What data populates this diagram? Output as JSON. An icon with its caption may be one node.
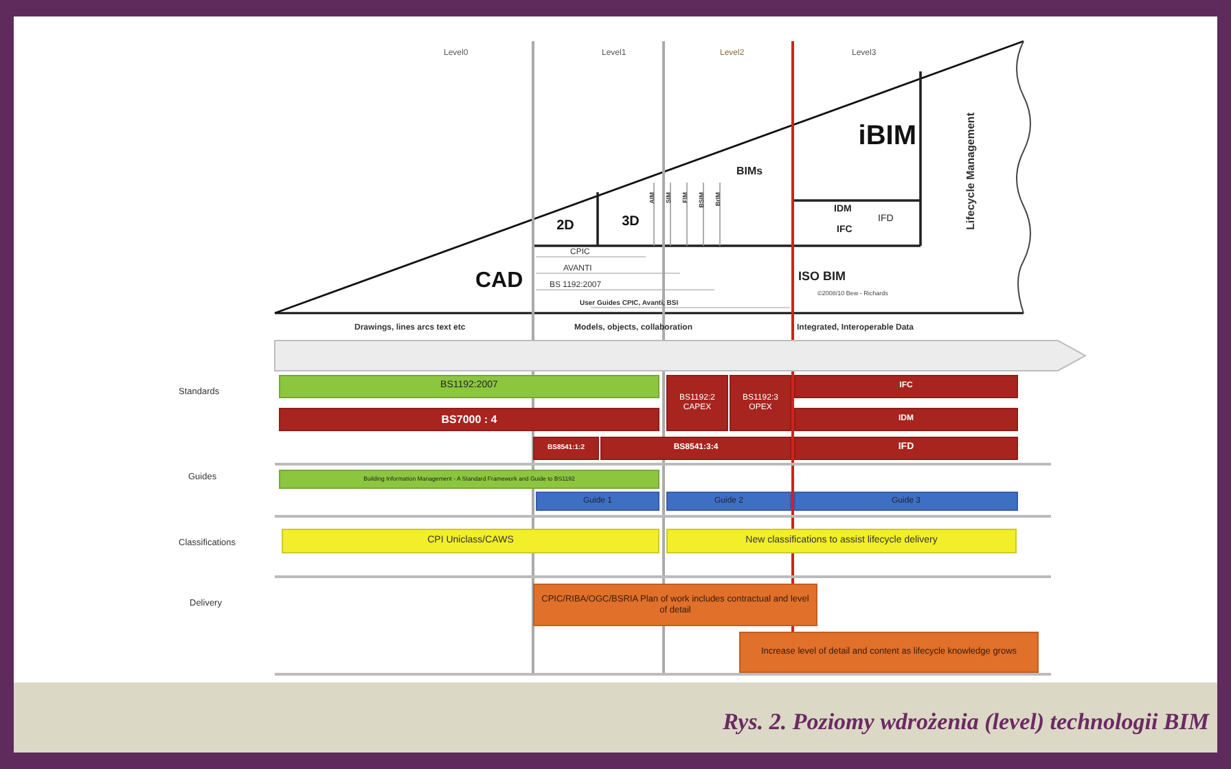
{
  "diagram": {
    "caption": "Rys. 2. Poziomy wdrożenia (level) technologii BIM",
    "nodes": [
      {
        "text": [
          "iBIM"
        ]
      },
      {
        "text": [
          "2D"
        ]
      },
      {
        "text": [
          "3D"
        ]
      },
      {
        "text": [
          "IDM",
          "IFD",
          "IFC"
        ]
      },
      {
        "text": [
          "BS1192:2007"
        ]
      },
      {
        "text": [
          "BS1192:2 CAPEX"
        ]
      },
      {
        "text": [
          "BS1192:3 OPEX"
        ]
      },
      {
        "text": [
          "IFC"
        ]
      },
      {
        "text": [
          "BS7000 : 4"
        ]
      },
      {
        "text": [
          "IDM"
        ]
      },
      {
        "text": [
          "BS8541:1:2"
        ]
      },
      {
        "text": [
          "BS8541:3:4"
        ]
      },
      {
        "text": [
          "IFD"
        ]
      },
      {
        "text": [
          "Building Information Management - A Standard Framework and Guide to BS1192"
        ]
      },
      {
        "text": [
          "Guide 1"
        ]
      },
      {
        "text": [
          "Guide 2"
        ]
      },
      {
        "text": [
          "Guide 3"
        ]
      },
      {
        "text": [
          "CPI Uniclass/CAWS"
        ]
      },
      {
        "text": [
          "New classifications to assist lifecycle delivery"
        ]
      },
      {
        "text": [
          "CPIC/RIBA/OGC/BSRIA Plan of work includes contractual and level of detail"
        ]
      },
      {
        "text": [
          "Increase level of detail and content as lifecycle knowledge grows"
        ]
      }
    ],
    "edges": [],
    "labels": [
      "Level0",
      "Level1",
      "Level2",
      "Level3",
      "Lifecycle Management",
      "BIMs",
      "AIM",
      "SIM",
      "FIM",
      "BSIM",
      "BrIM",
      "CPIC",
      "AVANTI",
      "CAD",
      "BS 1192:2007",
      "ISO BIM",
      "©2008/10 Bew - Richards",
      "User Guides CPIC, Avanti, BSI",
      "Drawings, lines arcs text etc",
      "Models, objects, collaboration",
      "Integrated, Interoperable Data",
      "Standards",
      "Guides",
      "Classifications",
      "Delivery"
    ]
  }
}
